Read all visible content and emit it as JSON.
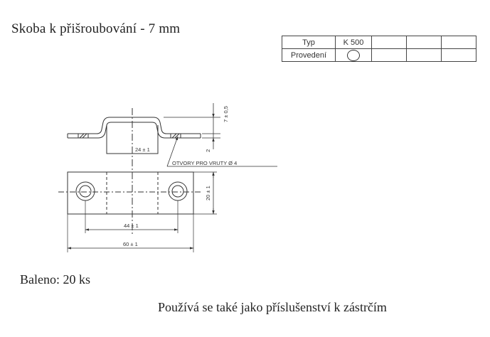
{
  "title": "Skoba k přišroubování - 7 mm",
  "spec_table": {
    "row1_label": "Typ",
    "row1_value": "K 500",
    "row2_label": "Provedení"
  },
  "drawing": {
    "dim_height": "7 ± 0,5",
    "dim_thickness": "2",
    "dim_inner_width": "24 ± 1",
    "dim_depth": "20 ± 1",
    "dim_hole_spacing": "44 ± 1",
    "dim_total_length": "60 ± 1",
    "holes_note": "OTVORY PRO VRUTY Ø 4"
  },
  "packing": "Baleno: 20 ks",
  "note": "Používá se také jako příslušenství k zástrčím"
}
